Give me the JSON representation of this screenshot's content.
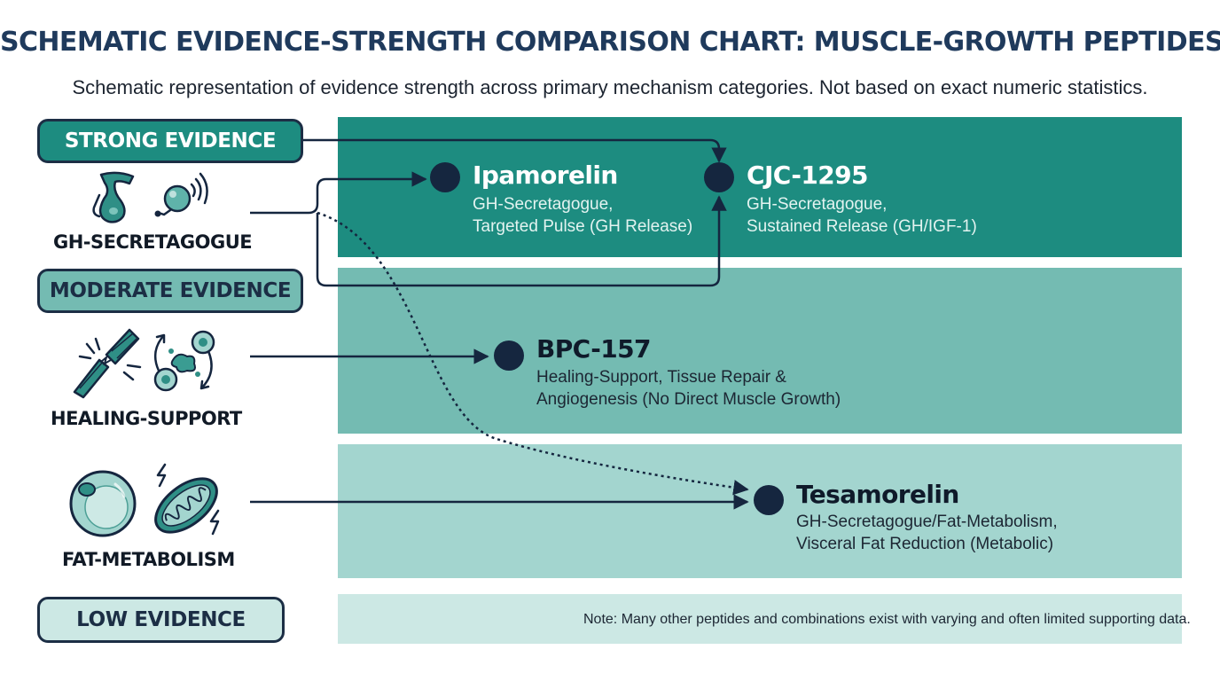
{
  "title": "SCHEMATIC EVIDENCE-STRENGTH COMPARISON CHART: MUSCLE-GROWTH PEPTIDES",
  "subtitle": "Schematic representation of evidence strength across primary mechanism categories. Not based on exact numeric statistics.",
  "evidence_levels": {
    "strong": "STRONG EVIDENCE",
    "moderate": "MODERATE EVIDENCE",
    "low": "LOW EVIDENCE"
  },
  "categories": {
    "gh": "GH-SECRETAGOGUE",
    "healing": "HEALING-SUPPORT",
    "fat": "FAT-METABOLISM"
  },
  "peptides": {
    "ipamorelin": {
      "name": "Ipamorelin",
      "desc_line1": "GH-Secretagogue,",
      "desc_line2": "Targeted Pulse (GH Release)"
    },
    "cjc": {
      "name": "CJC-1295",
      "desc_line1": "GH-Secretagogue,",
      "desc_line2": "Sustained Release (GH/IGF-1)"
    },
    "bpc": {
      "name": "BPC-157",
      "desc_line1": "Healing-Support, Tissue Repair &",
      "desc_line2": "Angiogenesis (No Direct Muscle Growth)"
    },
    "tesamorelin": {
      "name": "Tesamorelin",
      "desc_line1": "GH-Secretagogue/Fat-Metabolism,",
      "desc_line2": "Visceral Fat Reduction (Metabolic)"
    }
  },
  "note": "Note: Many other peptides and combinations exist with varying and often limited supporting data.",
  "colors": {
    "strong_band": "#1d8c80",
    "moderate_band": "#74bbb2",
    "fat_band": "#a3d5cf",
    "low_band": "#cce8e4",
    "navy": "#15263f",
    "title": "#1f3a5c"
  },
  "icons": {
    "gh": [
      "gland-icon",
      "receptor-signal-icon"
    ],
    "healing": [
      "torn-muscle-icon",
      "cell-repair-cycle-icon"
    ],
    "fat": [
      "fat-cell-icon",
      "mitochondria-icon"
    ]
  }
}
